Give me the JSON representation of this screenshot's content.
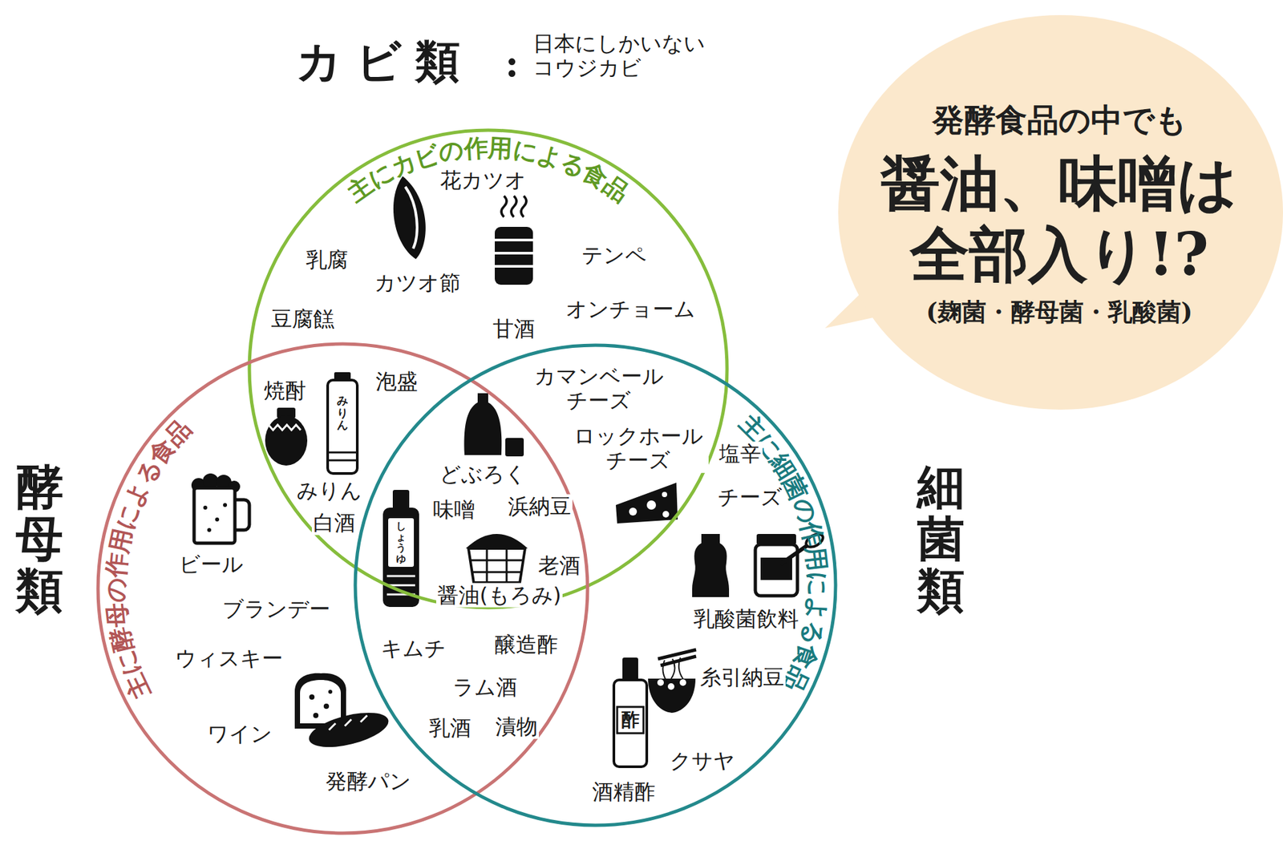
{
  "diagram": {
    "nodes": [
      {
        "text": [
          "主にカビの作用による食品"
        ]
      },
      {
        "text": [
          "主に酵母の作用による食品"
        ]
      },
      {
        "text": [
          "主に細菌の作用による食品"
        ]
      },
      {
        "text": [
          "発酵食品の中でも",
          "醤油、味噌は 全部入り!?",
          "(麹菌・酵母菌・乳酸菌)"
        ]
      }
    ],
    "labels": [
      "カビ類",
      ":",
      "日本にしかいない コウジカビ",
      "酵母類",
      "細菌類",
      "花カツオ",
      "乳腐",
      "カツオ節",
      "テンペ",
      "豆腐餻",
      "甘酒",
      "オンチョーム",
      "焼酎",
      "泡盛",
      "みりん",
      "白酒",
      "カマンベール チーズ",
      "ロックホール チーズ",
      "どぶろく",
      "味噌",
      "浜納豆",
      "老酒",
      "醤油(もろみ)",
      "塩辛",
      "チーズ",
      "ビール",
      "ブランデー",
      "ウィスキー",
      "ワイン",
      "発酵パン",
      "キムチ",
      "醸造酢",
      "ラム酒",
      "乳酒",
      "漬物",
      "乳酸菌飲料",
      "糸引納豆",
      "クサヤ",
      "酒精酢",
      "みりん",
      "しょうゆ",
      "酢"
    ]
  }
}
